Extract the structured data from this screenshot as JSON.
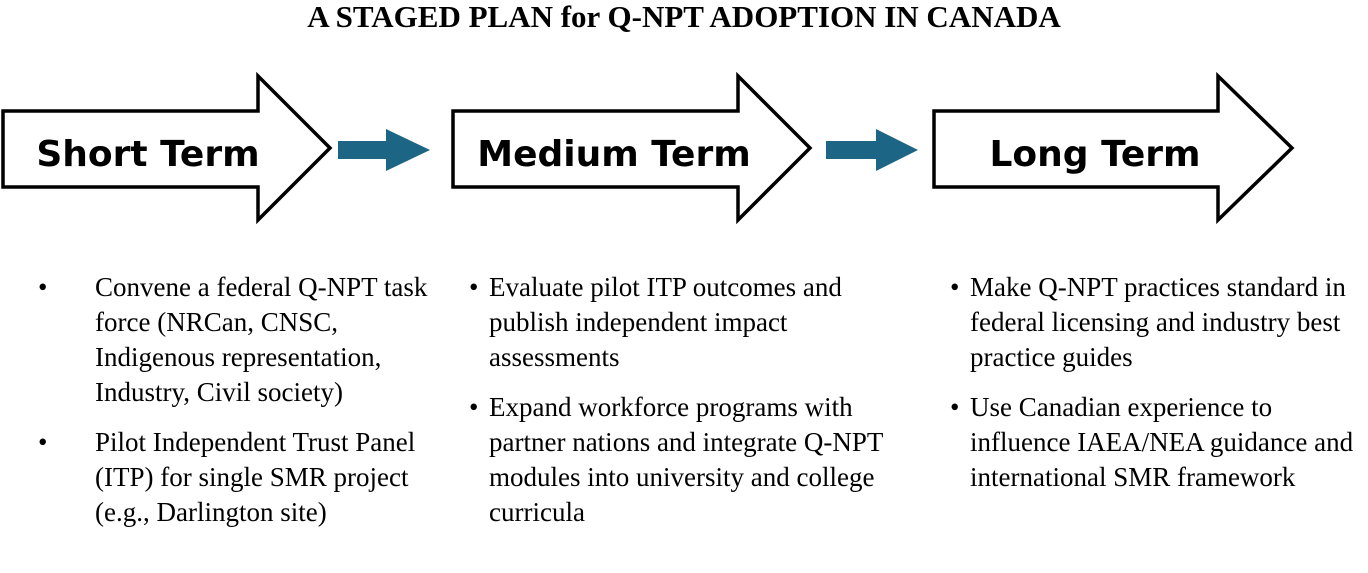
{
  "title": "A STAGED PLAN for Q-NPT ADOPTION IN CANADA",
  "accent_color": "#1d6584",
  "stages": [
    {
      "label": "Short Term",
      "items": [
        "Convene a federal Q-NPT task force (NRCan, CNSC, Indigenous representation, Industry, Civil society)",
        "Pilot Independent Trust Panel (ITP) for single SMR project (e.g., Darlington site)"
      ]
    },
    {
      "label": "Medium Term",
      "items": [
        "Evaluate pilot ITP outcomes and publish independent impact assessments",
        "Expand workforce programs with partner nations and integrate Q-NPT modules into university and college curricula"
      ]
    },
    {
      "label": "Long Term",
      "items": [
        "Make Q-NPT practices standard in federal licensing and industry best practice guides",
        "Use Canadian experience to influence IAEA/NEA guidance and international SMR framework"
      ]
    }
  ]
}
